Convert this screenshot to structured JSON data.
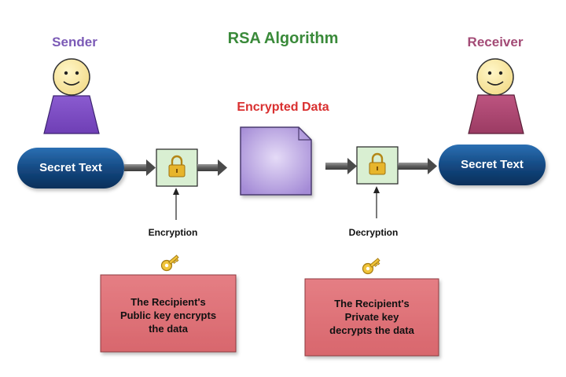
{
  "title": "RSA Algorithm",
  "sender": {
    "label": "Sender",
    "message": "Secret Text"
  },
  "receiver": {
    "label": "Receiver",
    "message": "Secret Text"
  },
  "encrypted_data": {
    "label": "Encrypted Data"
  },
  "encryption": {
    "label": "Encryption",
    "note_lines": [
      "The Recipient's",
      "Public key encrypts",
      "the data"
    ]
  },
  "decryption": {
    "label": "Decryption",
    "note_lines": [
      "The Recipient's",
      "Private key",
      "decrypts the data"
    ]
  },
  "icons": {
    "lock": "lock-icon",
    "key": "key-icon",
    "person": "smiley-person-icon"
  },
  "colors": {
    "title": "#3a8a3a",
    "sender_label": "#7b5ab6",
    "receiver_label": "#a34b76",
    "encrypted_label": "#d93030",
    "sender_body": "#7f4fc2",
    "receiver_body": "#b0486e",
    "pill": "#0f3f7a",
    "lock_box": "#d9efd2",
    "note_box": "#e0777c",
    "data_shape": "#b59bde"
  }
}
